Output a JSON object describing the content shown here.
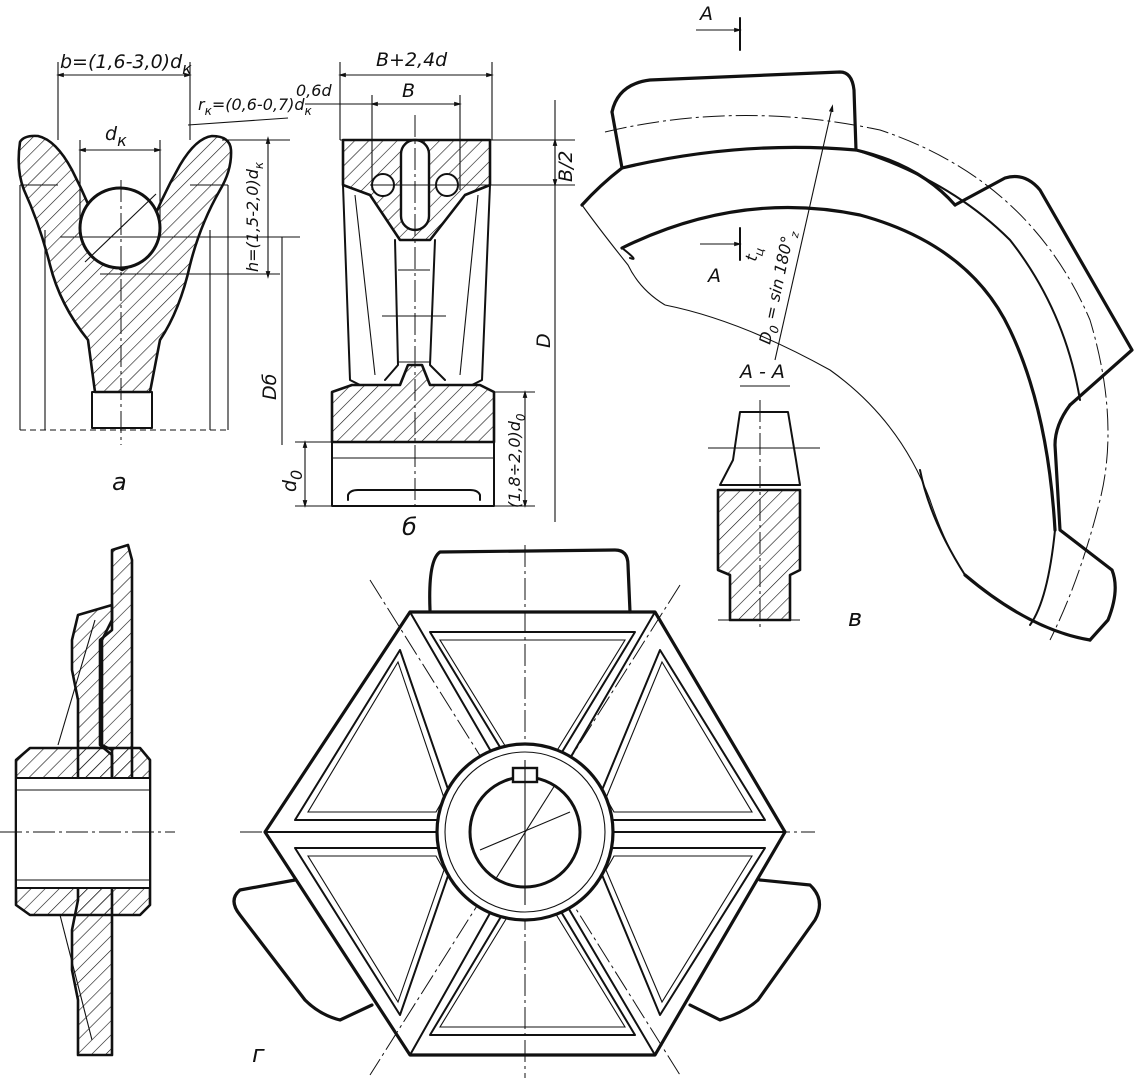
{
  "views": {
    "a": "а",
    "b": "б",
    "v": "в",
    "g": "г"
  },
  "labels_a": {
    "width": "b=(1,6-3,0)d",
    "width_sub": "к",
    "chain_d": "d",
    "chain_d_sub": "к",
    "radius": "r",
    "radius_sub": "к",
    "radius_val": "=(0,6-0,7)d",
    "radius_val_sub": "к",
    "height": "h=(1,5-2,0)d",
    "height_sub": "к",
    "drum_d": "Dб"
  },
  "labels_b": {
    "total_width": "B+2,4d",
    "rim_gap": "0,6d",
    "inner_width": "B",
    "half": "B/2",
    "diameter": "D",
    "hub_len": "(1,8÷2,0)d",
    "hub_len_sub": "0",
    "shaft": "d",
    "shaft_sub": "0"
  },
  "labels_v": {
    "section_mark": "A",
    "section_mark_2": "A",
    "section_title": "A - A",
    "formula_left": "D",
    "formula_left_sub": "0",
    "formula_num": "t",
    "formula_num_sub": "ц",
    "formula_den": "sin 180°",
    "formula_den_sub": "z"
  }
}
